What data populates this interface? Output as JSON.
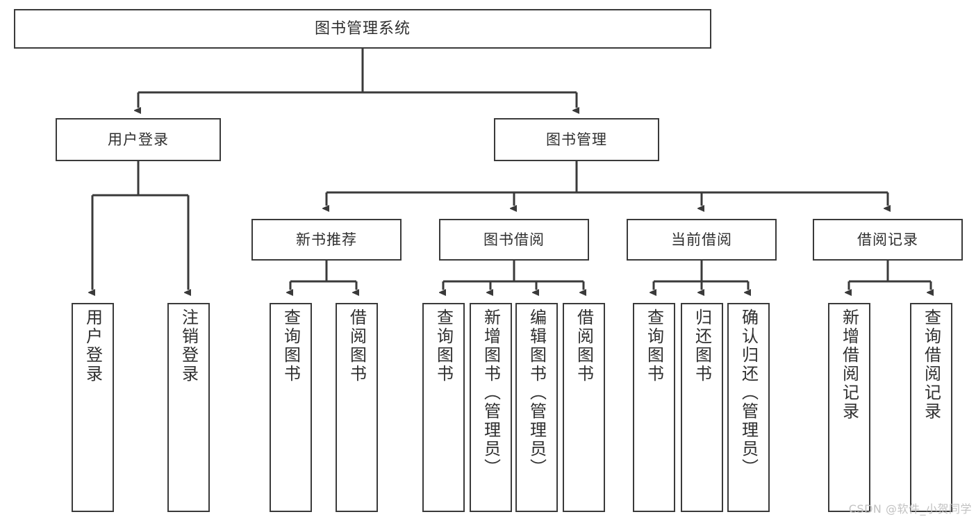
{
  "diagram": {
    "title": "图书管理系统",
    "type": "tree",
    "watermark": "CSDN @软件_小贺同学",
    "colors": {
      "background": "#ffffff",
      "box_border": "#3a3a3a",
      "box_fill": "#ffffff",
      "text": "#2f2f2f",
      "edge": "#3a3a3a",
      "watermark": "#c2c2c2"
    },
    "nodes": {
      "root": {
        "label": "图书管理系统"
      },
      "level2": [
        {
          "label": "用户登录"
        },
        {
          "label": "图书管理"
        }
      ],
      "level3": [
        {
          "label": "新书推荐"
        },
        {
          "label": "图书借阅"
        },
        {
          "label": "当前借阅"
        },
        {
          "label": "借阅记录"
        }
      ],
      "leaves": {
        "user_login": [
          {
            "label": "用户登录"
          },
          {
            "label": "注销登录"
          }
        ],
        "new_book": [
          {
            "label": "查询图书"
          },
          {
            "label": "借阅图书"
          }
        ],
        "book_borrow": [
          {
            "label": "查询图书"
          },
          {
            "label": "新增图书（管理员）"
          },
          {
            "label": "编辑图书（管理员）"
          },
          {
            "label": "借阅图书"
          }
        ],
        "current_borrow": [
          {
            "label": "查询图书"
          },
          {
            "label": "归还图书"
          },
          {
            "label": "确认归还（管理员）"
          }
        ],
        "borrow_record": [
          {
            "label": "新增借阅记录"
          },
          {
            "label": "查询借阅记录"
          }
        ]
      }
    }
  }
}
